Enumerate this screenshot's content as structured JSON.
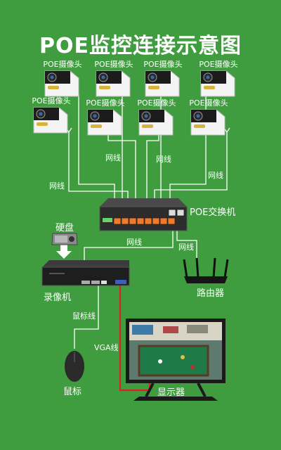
{
  "title": "POE监控连接示意图",
  "camera_label": "POE摄像头",
  "camera_count": 8,
  "labels": {
    "cable": "网线",
    "switch": "POE交换机",
    "hdd": "硬盘",
    "nvr": "录像机",
    "router": "路由器",
    "mouse_cable": "鼠标线",
    "vga_cable": "VGA线",
    "mouse": "鼠标",
    "monitor": "显示器"
  },
  "colors": {
    "background": "#3f9d3f",
    "wire": "#ffffff",
    "vga_wire": "#e02020",
    "switch_port": "#f07a2a"
  },
  "icons": [
    "camera-icon",
    "switch-icon",
    "hard-drive-icon",
    "nvr-icon",
    "router-icon",
    "monitor-icon",
    "mouse-icon"
  ]
}
